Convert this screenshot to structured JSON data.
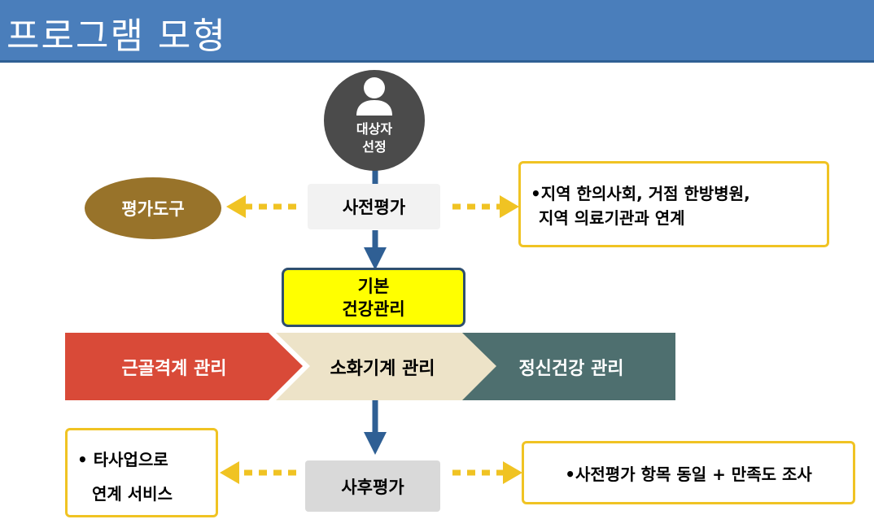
{
  "header": {
    "title": "프로그램 모형"
  },
  "nodes": {
    "target_line1": "대상자",
    "target_line2": "선정",
    "pre_assessment": "사전평가",
    "assessment_tool": "평가도구",
    "pre_note_line1": "•지역 한의사회, 거점 한방병원,",
    "pre_note_line2": "지역 의료기관과 연계",
    "basic_line1": "기본",
    "basic_line2": "건강관리",
    "band": [
      "근골격계 관리",
      "소화기계 관리",
      "정신건강 관리"
    ],
    "post_assessment": "사후평가",
    "post_left_line1": "• 타사업으로",
    "post_left_line2": "연계 서비스",
    "post_right": "•사전평가 항목 동일 + 만족도 조사"
  },
  "colors": {
    "header": "#4a7ebb",
    "connector": "#2f5f94",
    "dashed_arrow": "#f0c323",
    "band_red": "#d94a38",
    "band_beige": "#ede3c8",
    "band_teal": "#4e6f6f",
    "basic_fill": "#ffff00",
    "tool_fill": "#98732a"
  },
  "icons": {
    "person": "person-silhouette-icon"
  }
}
